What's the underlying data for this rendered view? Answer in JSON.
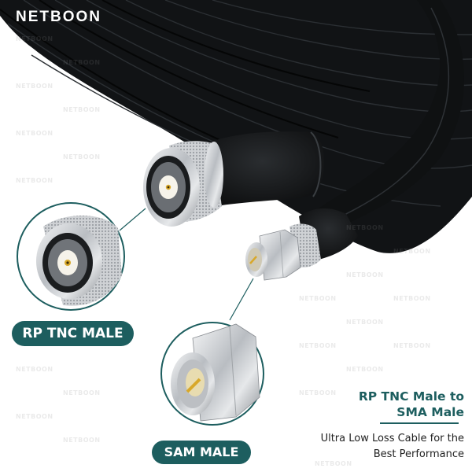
{
  "brand": {
    "logo_text": "NETBOON",
    "watermark_text": "NETBOON"
  },
  "callouts": {
    "rp_tnc_label": "RP TNC MALE",
    "sma_label": "SAM MALE"
  },
  "product": {
    "title_line1": "RP TNC Male to",
    "title_line2": "SMA Male",
    "subtitle_line1": "Ultra Low Loss Cable for the",
    "subtitle_line2": "Best Performance"
  },
  "colors": {
    "accent_teal": "#1d5e5f",
    "cable_black": "#111315",
    "background": "#ffffff",
    "connector_silver": "#c9ccd0",
    "pin_gold": "#d8a82a"
  },
  "images": {
    "cable_coil": "black coaxial cable coil",
    "rp_tnc_connector": "rp-tnc-male-connector",
    "sma_connector": "sma-male-connector",
    "rp_tnc_zoom_circle": "rp-tnc-closeup",
    "sma_zoom_circle": "sma-closeup"
  }
}
